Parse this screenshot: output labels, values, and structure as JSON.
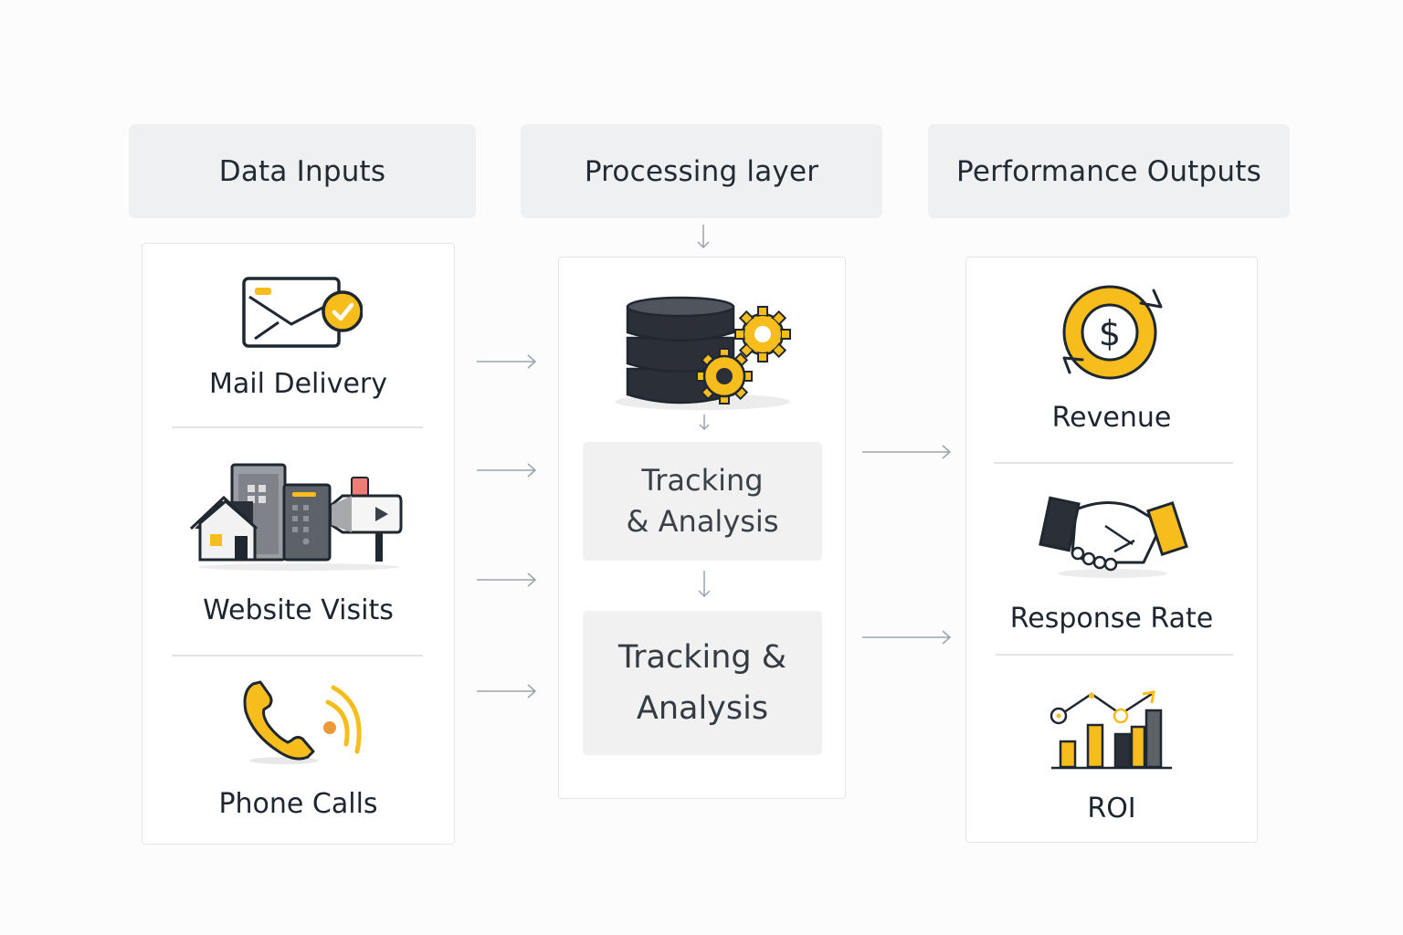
{
  "columns": {
    "inputs": {
      "header": "Data Inputs",
      "items": [
        {
          "label": "Mail Delivery",
          "icon": "envelope-check-icon"
        },
        {
          "label": "Website Visits",
          "icon": "buildings-mailbox-icon"
        },
        {
          "label": "Phone Calls",
          "icon": "phone-signal-icon"
        }
      ]
    },
    "processing": {
      "header": "Processing layer",
      "icon": "database-gears-icon",
      "steps": [
        {
          "line1": "Tracking",
          "line2": "& Analysis"
        },
        {
          "line1": "Tracking &",
          "line2": "Analysis"
        }
      ]
    },
    "outputs": {
      "header": "Performance Outputs",
      "items": [
        {
          "label": "Revenue",
          "icon": "dollar-cycle-icon"
        },
        {
          "label": "Response Rate",
          "icon": "handshake-icon"
        },
        {
          "label": "ROI",
          "icon": "bar-chart-trend-icon"
        }
      ]
    }
  },
  "colors": {
    "accent": "#f7bd1d",
    "dark": "#2b3038",
    "arrow": "#9aa3ae",
    "header_bg": "#eff0f1"
  }
}
